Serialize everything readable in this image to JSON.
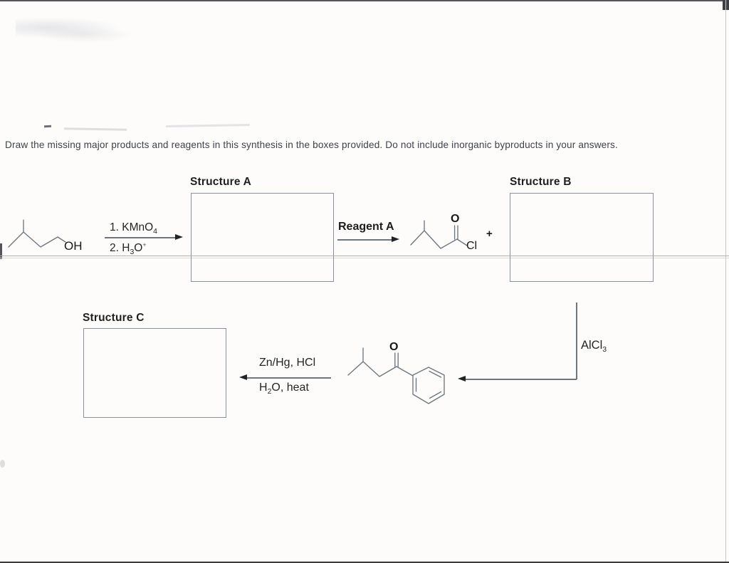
{
  "instruction": "Draw the missing major products and reagents in this synthesis in the boxes provided. Do not include inorganic byproducts in your answers.",
  "labels": {
    "structure_a": "Structure A",
    "structure_b": "Structure B",
    "structure_c": "Structure C",
    "reagent_a": "Reagent A"
  },
  "reagents": {
    "kmno4_base": "1. KMnO",
    "kmno4_sub": "4",
    "h3o_base": "2. H",
    "h3o_sub": "3",
    "h3o_o": "O",
    "h3o_sup": "+",
    "alcl3_base": "AlCl",
    "alcl3_sub": "3",
    "znhg": "Zn/Hg, HCl",
    "h2o_base": "H",
    "h2o_sub": "2",
    "h2o_post": "O, heat"
  },
  "atoms": {
    "alcohol_oh": "OH",
    "acyl_o": "O",
    "acyl_cl": "Cl",
    "plus": "+",
    "ketone_o": "O"
  }
}
